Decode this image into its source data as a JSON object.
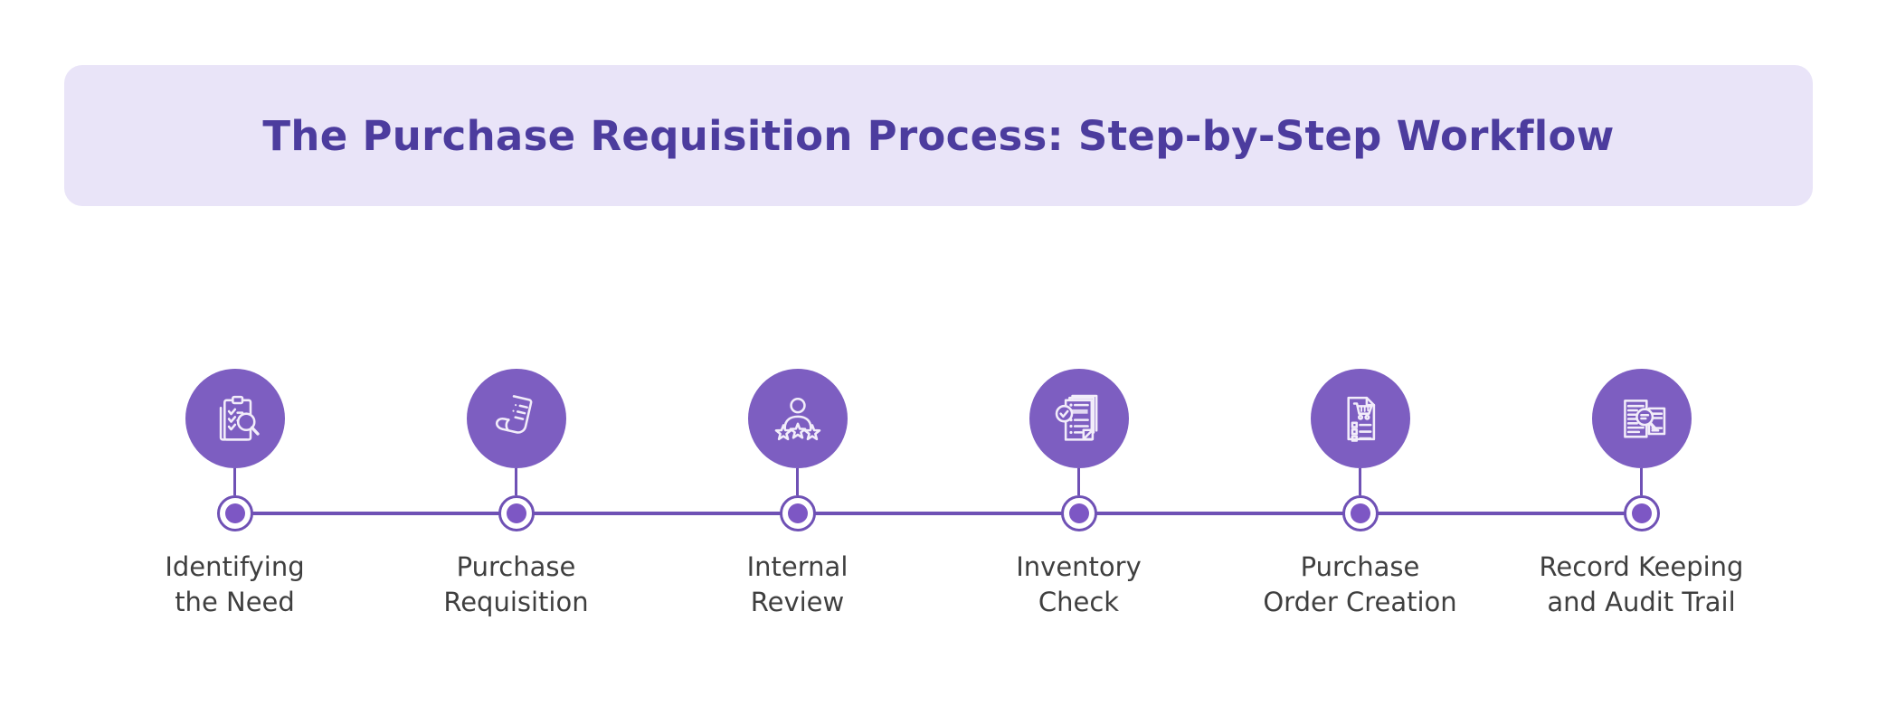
{
  "title": "The Purchase Requisition Process: Step-by-Step Workflow",
  "colors": {
    "page_bg": "#ffffff",
    "banner_bg": "#e9e4f8",
    "title_text": "#4c3c9e",
    "bubble_fill": "#7d5ec1",
    "icon_stroke": "#f2edfa",
    "line": "#6f51b5",
    "node_dot": "#7d57c4",
    "label_text": "#3f3f3f"
  },
  "steps": [
    {
      "icon": "clipboard-checklist-magnifier-icon",
      "label_lines": [
        "Identifying",
        "the Need"
      ]
    },
    {
      "icon": "requisition-document-icon",
      "label_lines": [
        "Purchase",
        "Requisition"
      ]
    },
    {
      "icon": "person-rating-stars-icon",
      "label_lines": [
        "Internal",
        "Review"
      ]
    },
    {
      "icon": "inventory-checklist-check-icon",
      "label_lines": [
        "Inventory",
        "Check"
      ]
    },
    {
      "icon": "purchase-order-cart-icon",
      "label_lines": [
        "Purchase",
        "Order Creation"
      ]
    },
    {
      "icon": "audit-documents-magnifier-icon",
      "label_lines": [
        "Record Keeping",
        "and Audit Trail"
      ]
    }
  ]
}
